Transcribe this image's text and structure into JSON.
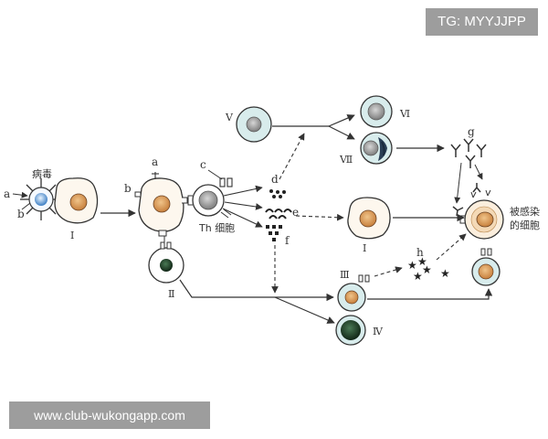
{
  "watermark_top": "TG: MYYJJPP",
  "watermark_bottom": "www.club-wukongapp.com",
  "labels": {
    "a": "a",
    "b": "b",
    "c": "c",
    "d": "d",
    "e": "e",
    "f": "f",
    "g": "g",
    "h": "h",
    "virus": "病毒",
    "th_cell": "Th 细胞",
    "infected_line1": "被感染",
    "infected_line2": "的细胞",
    "I": "Ⅰ",
    "II": "Ⅱ",
    "III": "Ⅲ",
    "IV": "Ⅳ",
    "V": "Ⅴ",
    "VI": "Ⅵ",
    "VII": "Ⅶ"
  },
  "colors": {
    "line": "#333333",
    "cyan_cytoplasm": "#d8ecec",
    "nucleus_orange": "#d89a5a",
    "nucleus_dark": "#1f3d25",
    "nucleus_grey": "#9a9a9a",
    "cell_infected": "#f5dcc0"
  }
}
